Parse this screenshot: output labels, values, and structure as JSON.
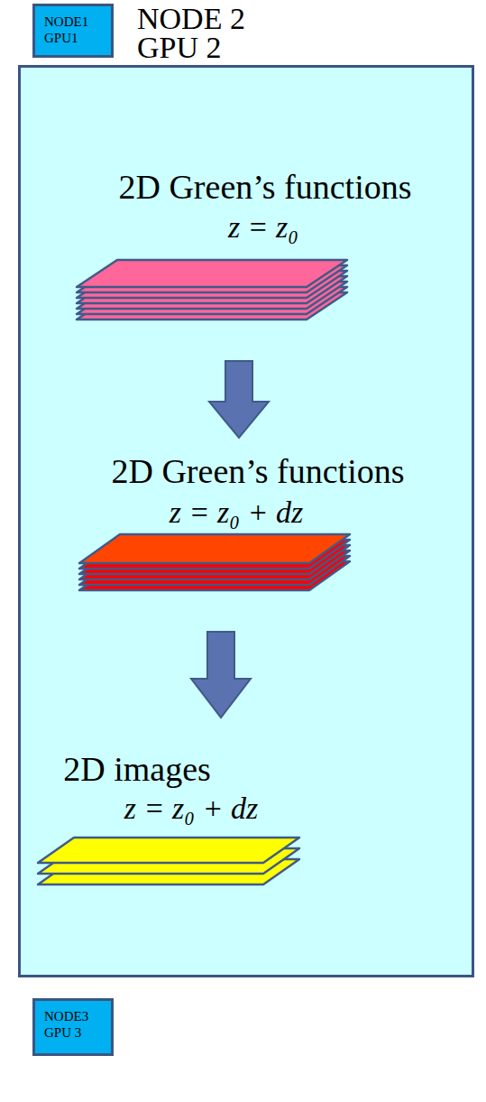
{
  "diagram": {
    "nodes": [
      {
        "text": [
          "NODE1 GPU1"
        ]
      },
      {
        "text": [
          "NODE 2 GPU 2"
        ]
      },
      {
        "text": [
          "NODE3 GPU 3"
        ]
      }
    ],
    "labels": [
      "2D Green’s functions",
      "z = z₀",
      "2D Green’s functions",
      "z = z₀ + dz",
      "2D images",
      "z = z₀ + dz"
    ]
  }
}
